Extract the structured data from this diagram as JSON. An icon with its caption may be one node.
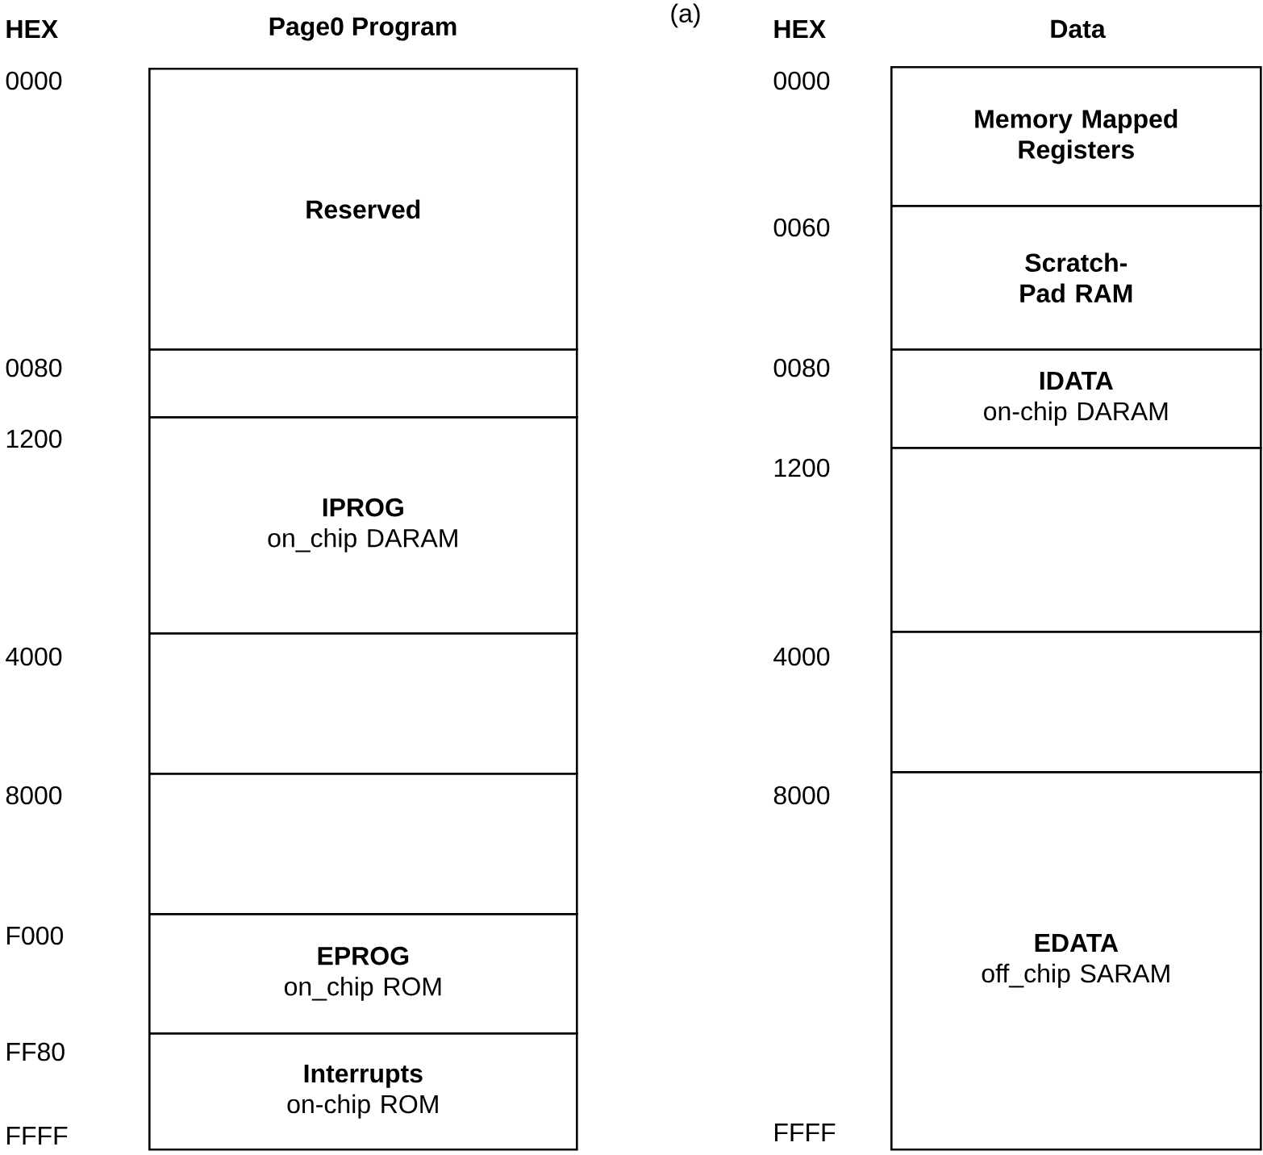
{
  "diagram": {
    "nodes": [
      {
        "text": [
          "Reserved"
        ]
      },
      {
        "text": [],
        "shape": "box"
      },
      {
        "text": [
          "IPROG",
          "on_chip DARAM"
        ]
      },
      {
        "text": [],
        "shape": "box"
      },
      {
        "text": [],
        "shape": "box"
      },
      {
        "text": [
          "EPROG",
          "on_chip ROM"
        ]
      },
      {
        "text": [
          "Interrupts",
          "on-chip ROM"
        ]
      },
      {
        "text": [
          "Memory Mapped Registers"
        ]
      },
      {
        "text": [
          "Scratch-Pad RAM"
        ]
      },
      {
        "text": [
          "IDATA",
          "on-chip DARAM"
        ]
      },
      {
        "text": [],
        "shape": "box"
      },
      {
        "text": [],
        "shape": "box"
      },
      {
        "text": [
          "EDATA",
          "off_chip SARAM"
        ]
      }
    ],
    "labels": [
      "(a)",
      "HEX",
      "Page0 Program",
      "HEX",
      "Data",
      "0000",
      "0080",
      "1200",
      "4000",
      "8000",
      "F000",
      "FF80",
      "FFFF",
      "0000",
      "0060",
      "0080",
      "1200",
      "4000",
      "8000",
      "FFFF"
    ]
  }
}
